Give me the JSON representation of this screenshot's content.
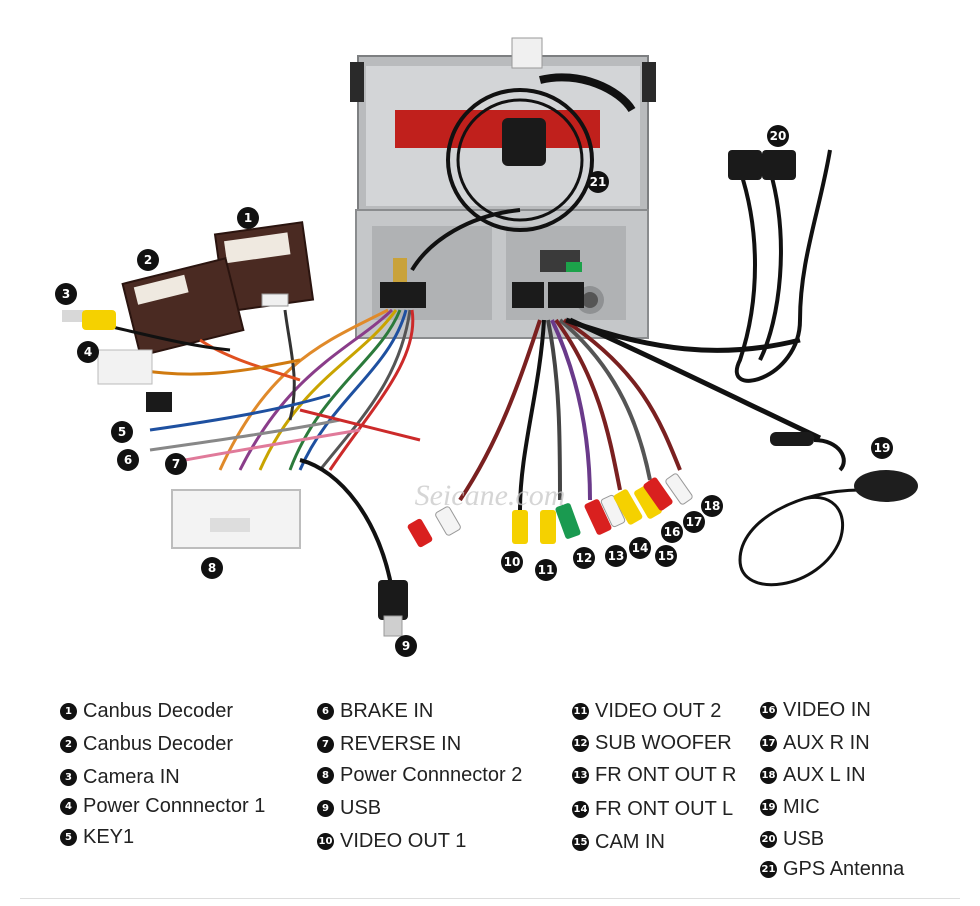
{
  "watermark": "Seicane.com",
  "colors": {
    "badge": "#111111",
    "chassis": "#c9cbcd",
    "decoder": "#4a2a22",
    "rca_red": "#d9201f",
    "rca_yellow": "#f5d100",
    "rca_green": "#1a9a50",
    "rca_white": "#f4f4f4"
  },
  "labels": {
    "c1": "1",
    "c2": "2",
    "c3": "3",
    "c4": "4",
    "c5": "5",
    "c6": "6",
    "c7": "7",
    "c8": "8",
    "c9": "9",
    "c10": "10",
    "c11": "11",
    "c12": "12",
    "c13": "13",
    "c14": "14",
    "c15": "15",
    "c16": "16",
    "c17": "17",
    "c18": "18",
    "c19": "19",
    "c20": "20",
    "c21": "21"
  },
  "legend": [
    {
      "num": "1",
      "text": "Canbus Decoder"
    },
    {
      "num": "2",
      "text": "Canbus Decoder"
    },
    {
      "num": "3",
      "text": "Camera IN"
    },
    {
      "num": "4",
      "text": "Power Connnector 1"
    },
    {
      "num": "5",
      "text": "KEY1"
    },
    {
      "num": "6",
      "text": "BRAKE IN"
    },
    {
      "num": "7",
      "text": "REVERSE IN"
    },
    {
      "num": "8",
      "text": "Power Connnector 2"
    },
    {
      "num": "9",
      "text": "USB"
    },
    {
      "num": "10",
      "text": "VIDEO OUT 1"
    },
    {
      "num": "11",
      "text": "VIDEO OUT 2"
    },
    {
      "num": "12",
      "text": "SUB WOOFER"
    },
    {
      "num": "13",
      "text": "FR ONT OUT R"
    },
    {
      "num": "14",
      "text": "FR ONT OUT L"
    },
    {
      "num": "15",
      "text": "CAM IN"
    },
    {
      "num": "16",
      "text": "VIDEO IN"
    },
    {
      "num": "17",
      "text": "AUX R IN"
    },
    {
      "num": "18",
      "text": "AUX L IN"
    },
    {
      "num": "19",
      "text": "MIC"
    },
    {
      "num": "20",
      "text": "USB"
    },
    {
      "num": "21",
      "text": "GPS Antenna"
    }
  ]
}
